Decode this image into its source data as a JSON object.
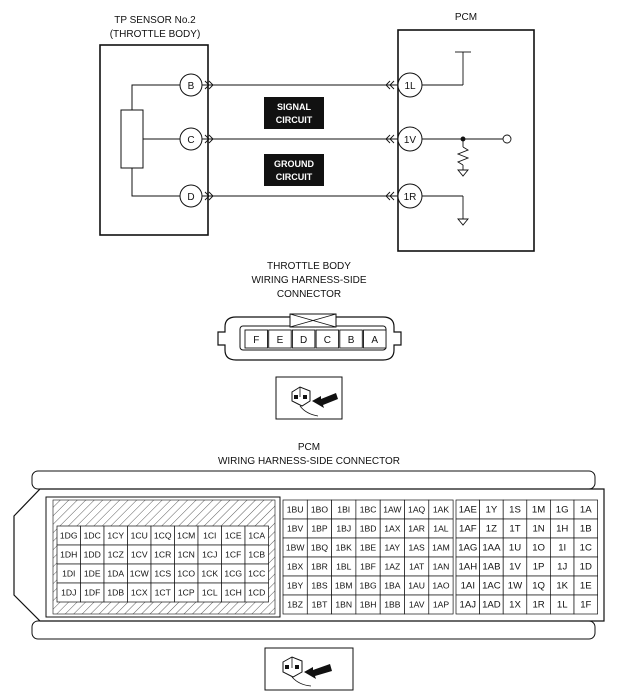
{
  "sensor": {
    "title_line1": "TP SENSOR No.2",
    "title_line2": "(THROTTLE BODY)",
    "pins": [
      "B",
      "C",
      "D"
    ]
  },
  "pcm": {
    "title": "PCM",
    "pins": [
      "1L",
      "1V",
      "1R"
    ]
  },
  "circuits": {
    "signal": {
      "line1": "SIGNAL",
      "line2": "CIRCUIT"
    },
    "ground": {
      "line1": "GROUND",
      "line2": "CIRCUIT"
    }
  },
  "throttle_connector": {
    "title_lines": [
      "THROTTLE BODY",
      "WIRING HARNESS-SIDE",
      "CONNECTOR"
    ],
    "pins": [
      "F",
      "E",
      "D",
      "C",
      "B",
      "A"
    ]
  },
  "pcm_connector": {
    "title_lines": [
      "PCM",
      "WIRING HARNESS-SIDE CONNECTOR"
    ],
    "left_block": [
      [
        "1DG",
        "1DC",
        "1CY",
        "1CU",
        "1CQ",
        "1CM",
        "1CI",
        "1CE",
        "1CA"
      ],
      [
        "1DH",
        "1DD",
        "1CZ",
        "1CV",
        "1CR",
        "1CN",
        "1CJ",
        "1CF",
        "1CB"
      ],
      [
        "1DI",
        "1DE",
        "1DA",
        "1CW",
        "1CS",
        "1CO",
        "1CK",
        "1CG",
        "1CC"
      ],
      [
        "1DJ",
        "1DF",
        "1DB",
        "1CX",
        "1CT",
        "1CP",
        "1CL",
        "1CH",
        "1CD"
      ]
    ],
    "middle_block": [
      [
        "1BU",
        "1BO",
        "1BI",
        "1BC",
        "1AW",
        "1AQ",
        "1AK"
      ],
      [
        "1BV",
        "1BP",
        "1BJ",
        "1BD",
        "1AX",
        "1AR",
        "1AL"
      ],
      [
        "1BW",
        "1BQ",
        "1BK",
        "1BE",
        "1AY",
        "1AS",
        "1AM"
      ],
      [
        "1BX",
        "1BR",
        "1BL",
        "1BF",
        "1AZ",
        "1AT",
        "1AN"
      ],
      [
        "1BY",
        "1BS",
        "1BM",
        "1BG",
        "1BA",
        "1AU",
        "1AO"
      ],
      [
        "1BZ",
        "1BT",
        "1BN",
        "1BH",
        "1BB",
        "1AV",
        "1AP"
      ]
    ],
    "right_block": [
      [
        "1AE",
        "1Y",
        "1S",
        "1M",
        "1G",
        "1A"
      ],
      [
        "1AF",
        "1Z",
        "1T",
        "1N",
        "1H",
        "1B"
      ],
      [
        "1AG",
        "1AA",
        "1U",
        "1O",
        "1I",
        "1C"
      ],
      [
        "1AH",
        "1AB",
        "1V",
        "1P",
        "1J",
        "1D"
      ],
      [
        "1AI",
        "1AC",
        "1W",
        "1Q",
        "1K",
        "1E"
      ],
      [
        "1AJ",
        "1AD",
        "1X",
        "1R",
        "1L",
        "1F"
      ]
    ]
  }
}
